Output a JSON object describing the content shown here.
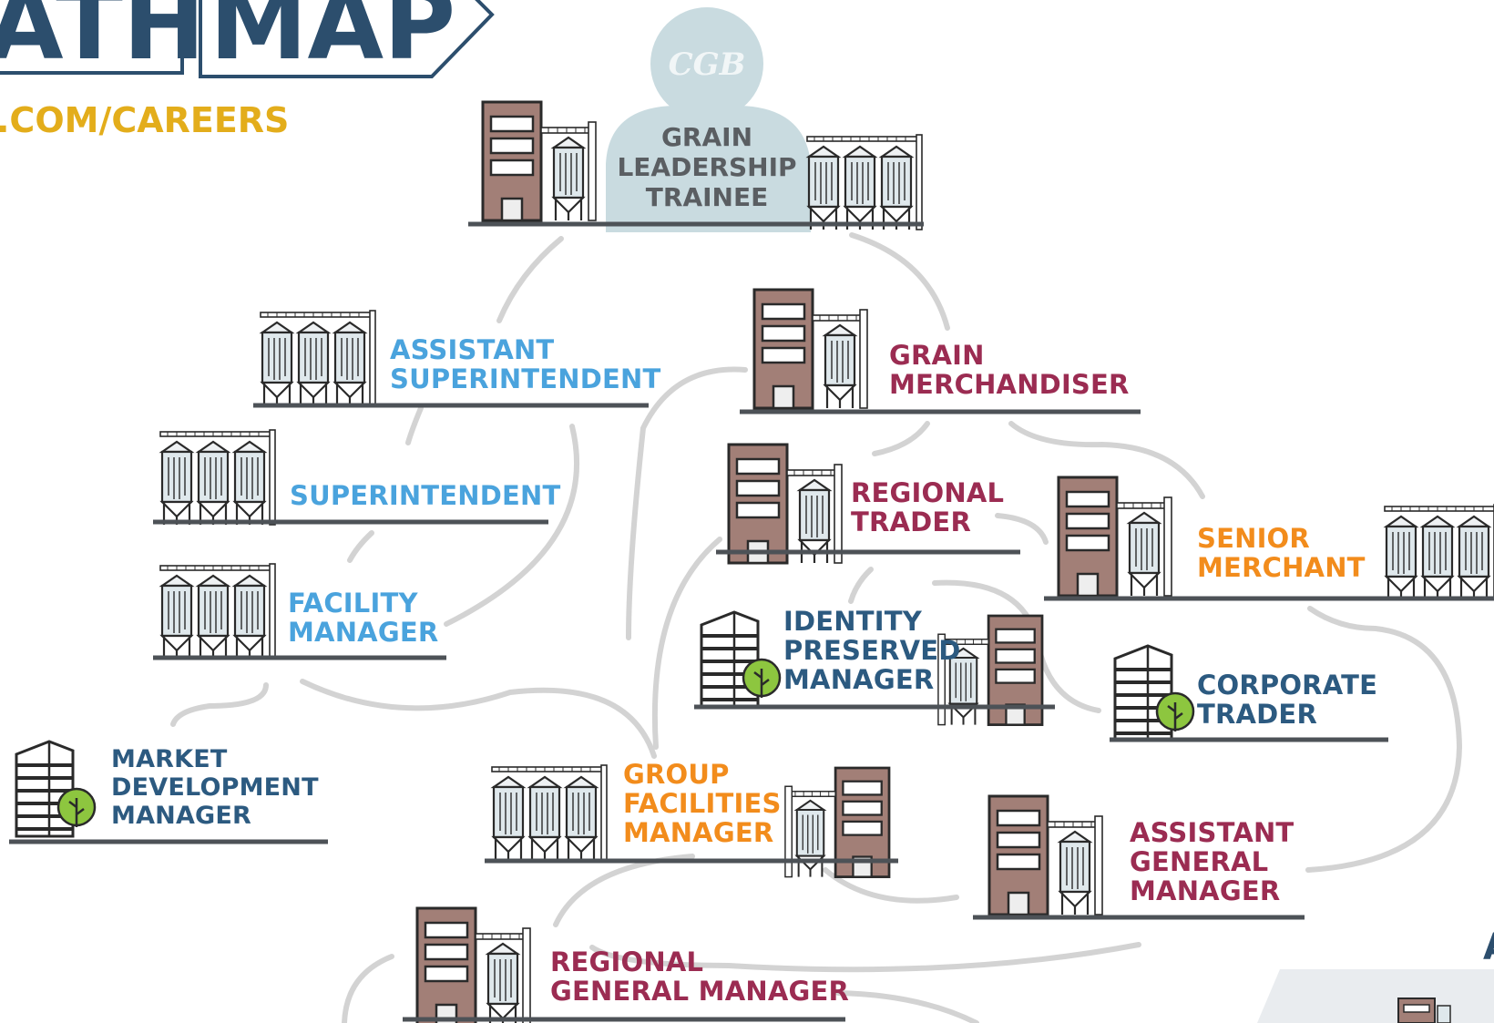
{
  "header": {
    "title_left": "ATH",
    "title_right": "MAP",
    "url": ".COM/CAREERS"
  },
  "center": {
    "logo_text": "CGB",
    "label_lines": [
      "GRAIN",
      "LEADERSHIP",
      "TRAINEE"
    ]
  },
  "colors": {
    "operations": "#4aa3dd",
    "merchandising": "#9b2c52",
    "management": "#f28c1c",
    "corporate": "#2c5a80",
    "header": "#2c4e6d",
    "url": "#e3ad1b",
    "connector": "#d3d3d3",
    "building": "#a27f77",
    "center_fill": "#c9dbe0"
  },
  "roles": {
    "assistant_superintendent": [
      "ASSISTANT",
      "SUPERINTENDENT"
    ],
    "superintendent": [
      "SUPERINTENDENT"
    ],
    "facility_manager": [
      "FACILITY",
      "MANAGER"
    ],
    "market_development_manager": [
      "MARKET",
      "DEVELOPMENT",
      "MANAGER"
    ],
    "grain_merchandiser": [
      "GRAIN",
      "MERCHANDISER"
    ],
    "regional_trader": [
      "REGIONAL",
      "TRADER"
    ],
    "senior_merchant": [
      "SENIOR",
      "MERCHANT"
    ],
    "identity_preserved_manager": [
      "IDENTITY",
      "PRESERVED",
      "MANAGER"
    ],
    "corporate_trader": [
      "CORPORATE",
      "TRADER"
    ],
    "group_facilities_manager": [
      "GROUP",
      "FACILITIES",
      "MANAGER"
    ],
    "assistant_general_manager": [
      "ASSISTANT",
      "GENERAL",
      "MANAGER"
    ],
    "regional_general_manager": [
      "REGIONAL",
      "GENERAL MANAGER"
    ]
  },
  "corner_letter": "A"
}
